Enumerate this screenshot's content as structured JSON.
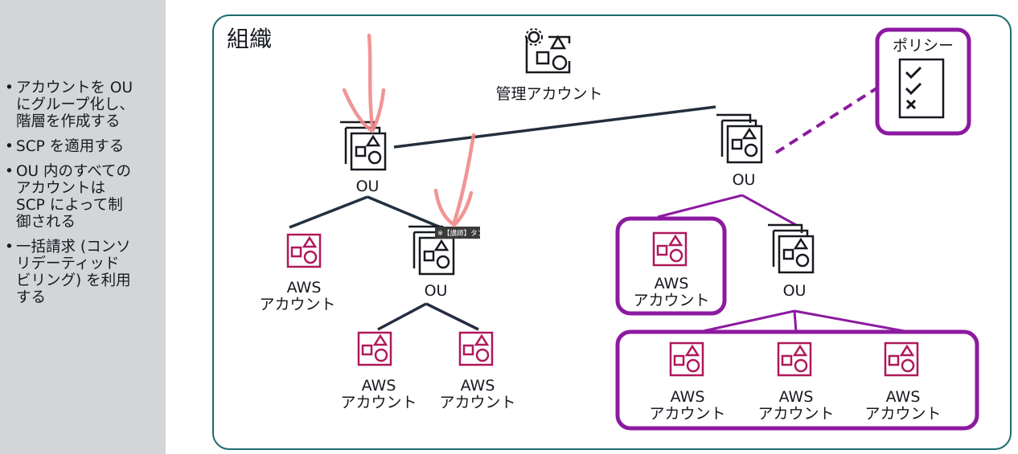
{
  "sidebar": {
    "bullets": [
      "アカウントを OU\nにグループ化し、\n階層を作成する",
      "SCP を適用する",
      "OU 内のすべての\nアカウントは\nSCP によって制\n御される",
      "一括請求 (コンソ\nリデーティッド\nビリング) を利用\nする"
    ]
  },
  "diagram": {
    "org_title": "組織",
    "management_account": "管理アカウント",
    "policy_label": "ポリシー",
    "ou_label": "OU",
    "aws_label_line1": "AWS",
    "aws_label_line2": "アカウント",
    "tooltip": "※【講師】タブレ..."
  },
  "colors": {
    "org_border": "#1c6b6f",
    "highlight": "#8c1aa0",
    "account_icon": "#b0185a",
    "line": "#232f3e",
    "annotation": "#f08a8a"
  }
}
